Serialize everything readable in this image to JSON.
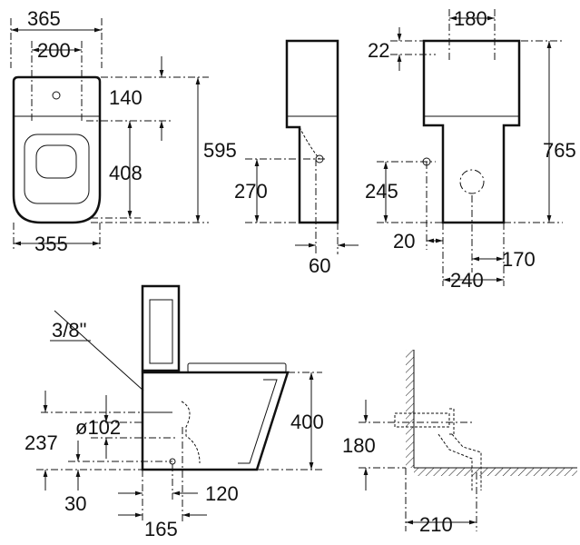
{
  "top_view": {
    "width_overall": "365",
    "width_fixing": "200",
    "fixing_offset": "140",
    "length_overall": "595",
    "length_bowl": "408",
    "width_bowl": "355"
  },
  "side_view": {
    "inlet_height": "270",
    "inlet_offset": "60"
  },
  "front_view": {
    "tank_fixing": "180",
    "tank_fixing_offset": "22",
    "height_overall": "765",
    "inlet_height": "245",
    "inlet_side_offset": "20",
    "outlet_offset": "170",
    "outlet_width": "240"
  },
  "section_view": {
    "supply_size": "3/8\"",
    "bowl_height": "400",
    "outlet_diameter": "ø102",
    "outlet_height": "237",
    "floor_fixing_height": "30",
    "outlet_distance": "120",
    "fixing_distance": "165"
  },
  "installation_view": {
    "pipe_height": "180",
    "wall_distance": "210"
  }
}
